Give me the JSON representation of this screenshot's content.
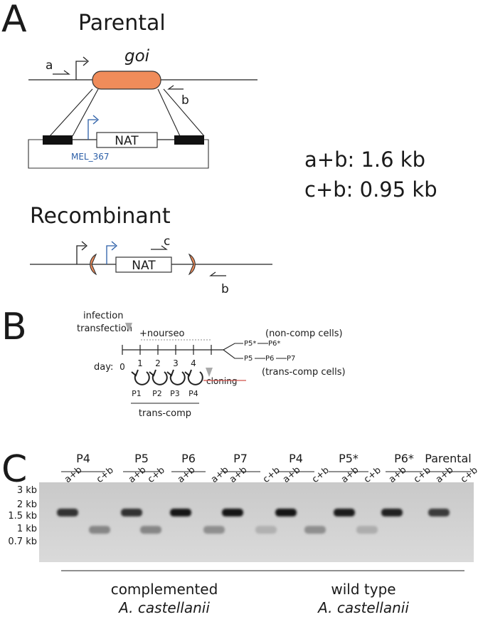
{
  "panels": {
    "a": "A",
    "b": "B",
    "c": "C"
  },
  "panel_a": {
    "parental_title": "Parental",
    "gene_label": "goi",
    "primer_a": "a",
    "primer_b": "b",
    "primer_b2": "b",
    "primer_c": "c",
    "cassette_label": "NAT",
    "promoter_label": "MEL_367",
    "recombinant_title": "Recombinant",
    "recomb_cassette_label": "NAT",
    "products": [
      "a+b: 1.6 kb",
      "c+b: 0.95 kb"
    ],
    "colors": {
      "gene": "#f08c5a",
      "promoter_blue": "#2b5ea7",
      "arm": "#111111"
    }
  },
  "panel_b": {
    "infection_label": "infection",
    "transfection_label": "transfection",
    "nourseo_label": "+nourseo",
    "day_label": "day:",
    "days": [
      "0",
      "1",
      "2",
      "3",
      "4"
    ],
    "passages": [
      "P1",
      "P2",
      "P3",
      "P4"
    ],
    "trans_comp_label": "trans-comp",
    "cloning_label": "cloning",
    "noncomp_p5": "P5*",
    "noncomp_p6": "P6*",
    "noncomp_label": "(non-comp cells)",
    "transcomp_p5": "P5",
    "transcomp_p6": "P6",
    "transcomp_p7": "P7",
    "transcomp_label": "(trans-comp cells)",
    "colors": {
      "strike": "#d0504a",
      "arrow_grey": "#aaaaaa"
    }
  },
  "panel_c": {
    "groups": [
      "P4",
      "P5",
      "P6",
      "P7",
      "P4",
      "P5*",
      "P6*",
      "Parental"
    ],
    "lanes": [
      "a+b",
      "c+b",
      "a+b",
      "c+b",
      "a+b",
      "a+b",
      "a+b",
      "c+b",
      "a+b",
      "c+b",
      "a+b",
      "c+b",
      "a+b",
      "c+b",
      "a+b",
      "c+b"
    ],
    "ladder": [
      "3 kb",
      "2 kb",
      "1.5 kb",
      "1 kb",
      "0.7 kb"
    ],
    "bands": [
      {
        "lane": 0,
        "kb": 1.6,
        "intensity": 0.8
      },
      {
        "lane": 1,
        "kb": 0.95,
        "intensity": 0.35
      },
      {
        "lane": 2,
        "kb": 1.6,
        "intensity": 0.8
      },
      {
        "lane": 3,
        "kb": 0.95,
        "intensity": 0.35
      },
      {
        "lane": 4,
        "kb": 1.6,
        "intensity": 0.92
      },
      {
        "lane": 5,
        "kb": 0.95,
        "intensity": 0.3
      },
      {
        "lane": 6,
        "kb": 1.6,
        "intensity": 0.95
      },
      {
        "lane": 7,
        "kb": 0.95,
        "intensity": 0.12
      },
      {
        "lane": 8,
        "kb": 1.6,
        "intensity": 0.92
      },
      {
        "lane": 9,
        "kb": 0.95,
        "intensity": 0.3
      },
      {
        "lane": 10,
        "kb": 1.6,
        "intensity": 0.9
      },
      {
        "lane": 11,
        "kb": 0.95,
        "intensity": 0.14
      },
      {
        "lane": 12,
        "kb": 1.6,
        "intensity": 0.88
      },
      {
        "lane": 14,
        "kb": 1.6,
        "intensity": 0.75
      }
    ],
    "group_complemented": "complemented",
    "species_1": "A. castellanii",
    "group_wildtype": "wild type",
    "species_2": "A. castellanii"
  }
}
